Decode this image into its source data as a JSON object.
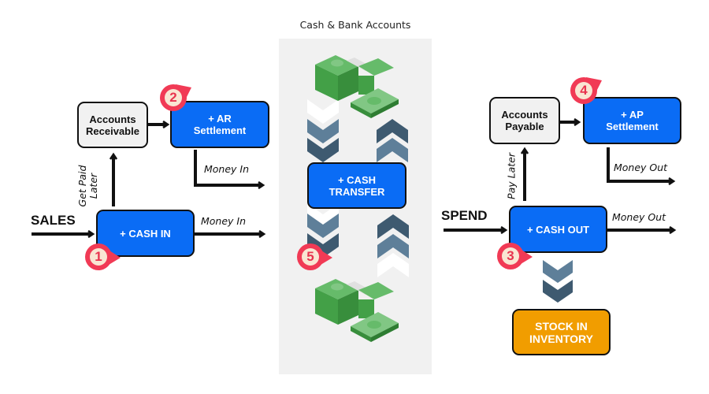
{
  "panel": {
    "title": "Cash & Bank Accounts"
  },
  "colors": {
    "primary_box": "#0a6cf5",
    "secondary_box": "#f1f1f1",
    "inventory_box": "#f19d00",
    "badge": "#f13a55",
    "badge_fill": "#f9e6d3",
    "chevron_dark": "#3e5a70",
    "chevron_mid": "#5e7f99",
    "chevron_light": "#ffffff",
    "cash_green": "#4caf50",
    "panel_bg": "#f1f1f1"
  },
  "left": {
    "input_label": "SALES",
    "cash_in": "+ CASH IN",
    "accounts_receivable": "Accounts\nReceivable",
    "ar_settlement": "+ AR\nSettlement",
    "get_paid_later": "Get Paid\nLater",
    "money_in_top": "Money In",
    "money_in_bottom": "Money In"
  },
  "center": {
    "cash_transfer": "+ CASH\nTRANSFER"
  },
  "right": {
    "input_label": "SPEND",
    "cash_out": "+ CASH OUT",
    "accounts_payable": "Accounts\nPayable",
    "ap_settlement": "+ AP\nSettlement",
    "pay_later": "Pay Later",
    "money_out_top": "Money Out",
    "money_out_bottom": "Money Out",
    "inventory": "STOCK IN\nINVENTORY"
  },
  "badges": [
    "1",
    "2",
    "3",
    "4",
    "5"
  ],
  "icons": {
    "cash_stack": "cash-stack-icon",
    "chevron_down": "chevron-down-icon",
    "chevron_up": "chevron-up-icon",
    "arrow": "arrow-icon"
  }
}
